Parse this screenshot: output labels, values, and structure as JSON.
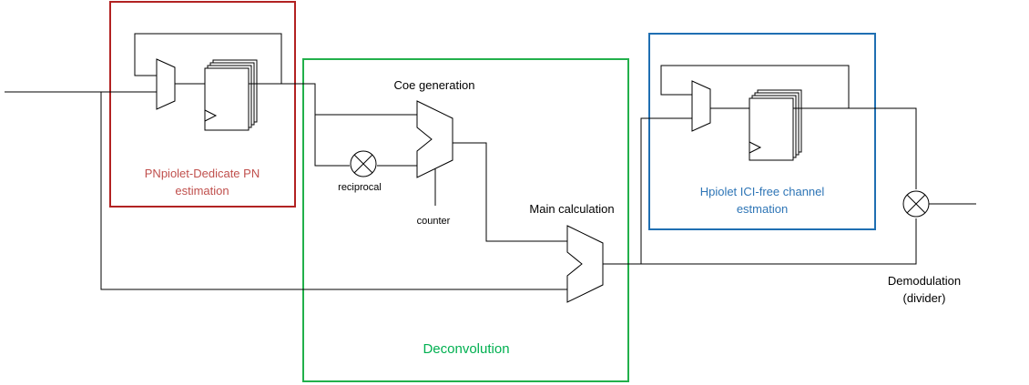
{
  "colors": {
    "pn_box": "#b22222",
    "deconv_box": "#22b04b",
    "h_box": "#1f6fb2",
    "wire": "#000000",
    "pn_text": "#c0504d",
    "deconv_text": "#00b050",
    "h_text": "#2e75b6"
  },
  "blocks": {
    "pn": {
      "title_line1": "PNpiolet-Dedicate PN",
      "title_line2": "estimation"
    },
    "deconv": {
      "title": "Deconvolution"
    },
    "h": {
      "title_line1": "Hpiolet ICI-free channel",
      "title_line2": "estmation"
    }
  },
  "labels": {
    "coe": "Coe generation",
    "reciprocal": "reciprocal",
    "counter": "counter",
    "main_calc": "Main calculation",
    "demod_line1": "Demodulation",
    "demod_line2": "(divider)"
  },
  "icons": {
    "multiplier": "circled-x-icon",
    "mux": "trapezoid-mux-icon",
    "register": "stacked-register-icon"
  }
}
